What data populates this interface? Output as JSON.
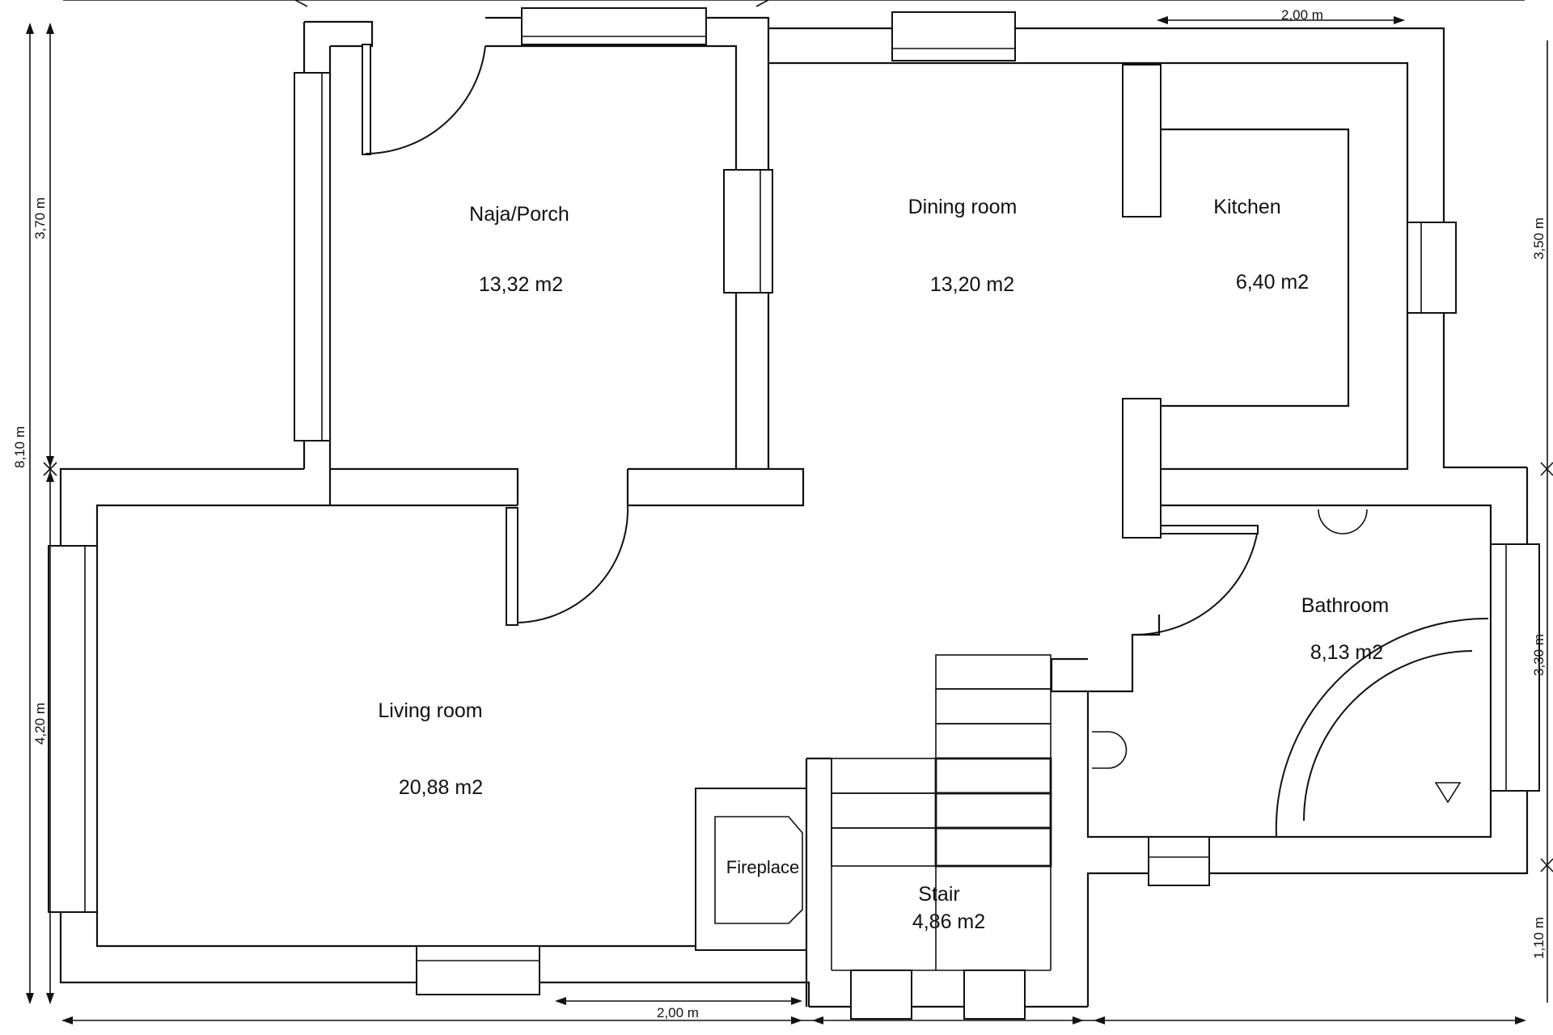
{
  "rooms": {
    "porch": {
      "name": "Naja/Porch",
      "area": "13,32 m2"
    },
    "dining": {
      "name": "Dining room",
      "area": "13,20 m2"
    },
    "kitchen": {
      "name": "Kitchen",
      "area": "6,40 m2"
    },
    "living": {
      "name": "Living room",
      "area": "20,88 m2"
    },
    "bathroom": {
      "name": "Bathroom",
      "area": "8,13 m2"
    },
    "stair": {
      "name": "Stair",
      "area": "4,86 m2"
    },
    "fireplace": {
      "name": "Fireplace"
    }
  },
  "dimensions": {
    "top_2m": "2,00 m",
    "bottom_2m": "2,00 m",
    "left_total": "8,10 m",
    "left_upper": "3,70 m",
    "left_lower": "4,20 m",
    "right_upper": "3,50 m",
    "right_middle": "3,30 m",
    "right_lower": "1,10 m"
  }
}
